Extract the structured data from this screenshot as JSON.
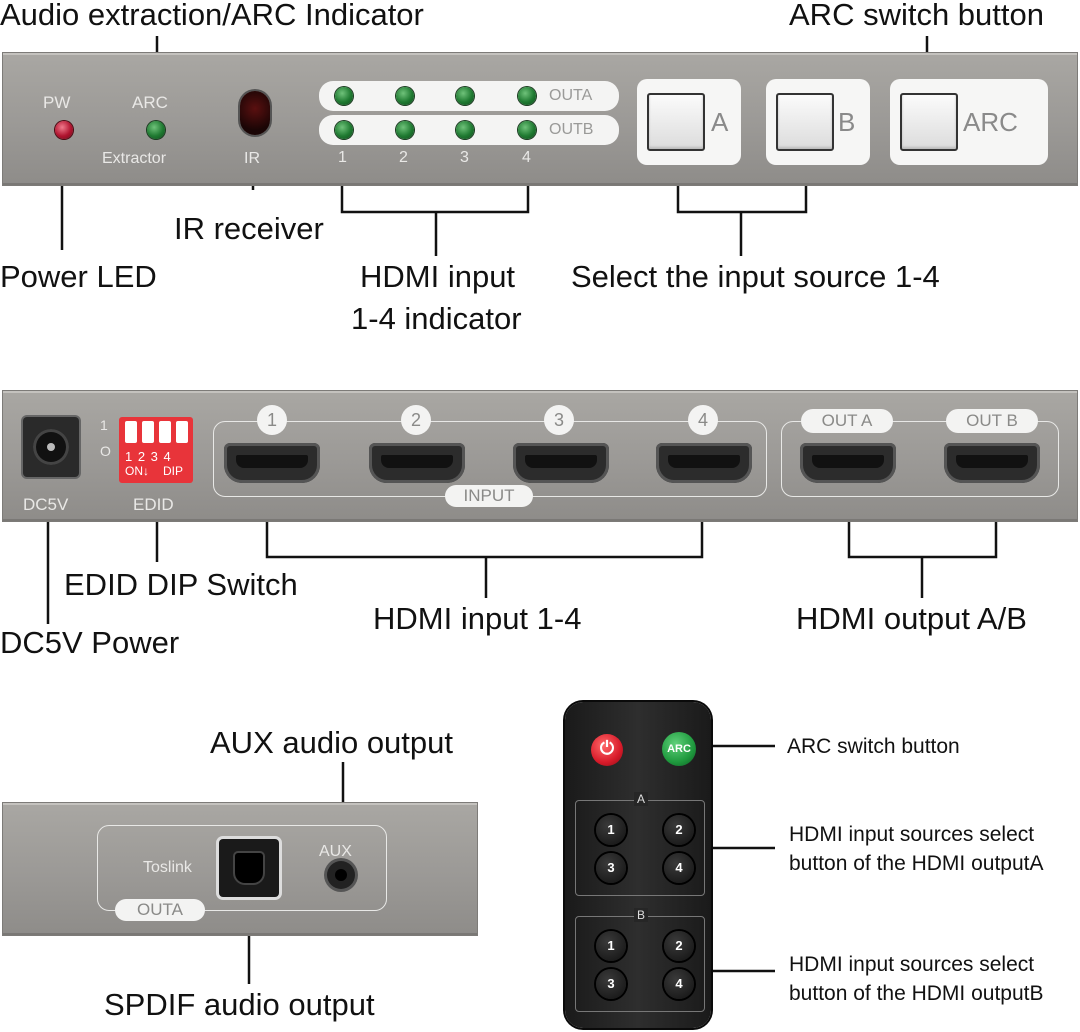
{
  "callouts": {
    "audio_extraction": "Audio extraction/ARC Indicator",
    "arc_switch_top": "ARC switch button",
    "ir_receiver": "IR receiver",
    "power_led": "Power LED",
    "hdmi_indicator_l1": "HDMI input",
    "hdmi_indicator_l2": "1-4 indicator",
    "select_source": "Select the input source 1-4",
    "edid_dip": "EDID DIP Switch",
    "dc_power": "DC5V Power",
    "hdmi_input": "HDMI input 1-4",
    "hdmi_output": "HDMI output A/B",
    "aux_output": "AUX audio output",
    "spdif_output": "SPDIF audio output",
    "remote_arc": "ARC switch button",
    "remote_a_l1": "HDMI input sources select",
    "remote_a_l2": "button of the HDMI outputA",
    "remote_b_l1": "HDMI input sources select",
    "remote_b_l2": "button of the HDMI outputB"
  },
  "front_panel": {
    "pw": "PW",
    "arc": "ARC",
    "extractor": "Extractor",
    "ir": "IR",
    "outa": "OUTA",
    "outb": "OUTB",
    "input_numbers": [
      "1",
      "2",
      "3",
      "4"
    ],
    "key_a": "A",
    "key_b": "B",
    "key_arc": "ARC"
  },
  "rear_panel": {
    "dc5v": "DC5V",
    "edid": "EDID",
    "dip_one": "1",
    "dip_zero": "O",
    "dip_nums": "1 2 3 4",
    "dip_on": "ON↓",
    "dip_dip": "DIP",
    "ports": [
      "1",
      "2",
      "3",
      "4"
    ],
    "input_tag": "INPUT",
    "out_a": "OUT A",
    "out_b": "OUT B"
  },
  "side_panel": {
    "toslink": "Toslink",
    "aux": "AUX",
    "outa": "OUTA"
  },
  "remote": {
    "power_icon": "power-icon",
    "arc": "ARC",
    "group_a": "A",
    "group_b": "B",
    "keys": [
      "1",
      "2",
      "3",
      "4"
    ]
  }
}
